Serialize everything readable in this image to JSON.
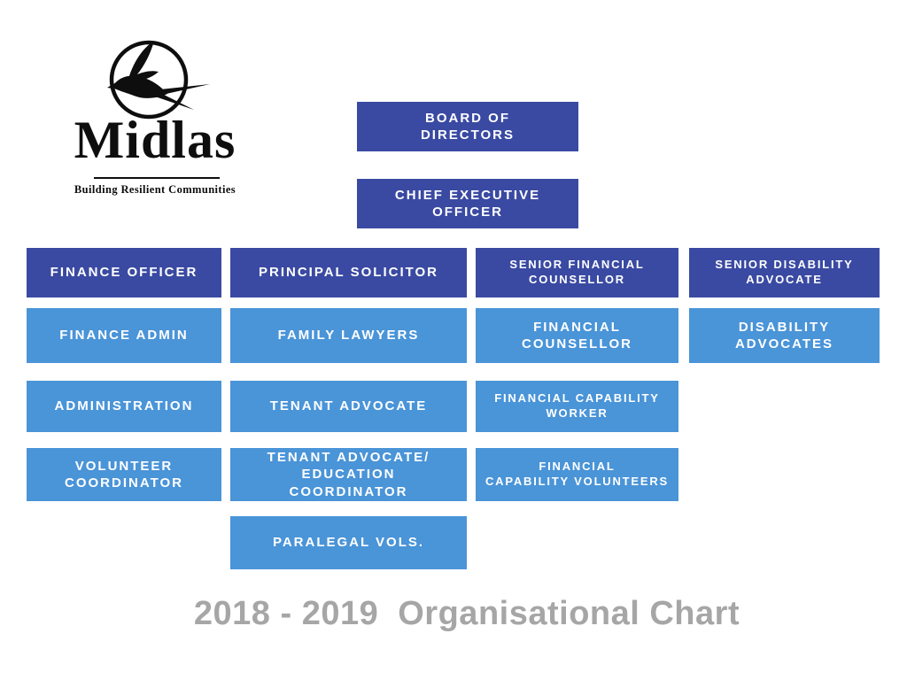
{
  "logo": {
    "brand": "Midlas",
    "tagline": "Building Resilient Communities",
    "icon": "swallow-bird-in-circle"
  },
  "footer": {
    "years": "2018 - 2019",
    "label": "Organisational Chart"
  },
  "colors": {
    "executive_box": "#3a4aa2",
    "staff_box": "#4a94d8",
    "box_text": "#ffffff",
    "title_text": "#a6a6a6"
  },
  "org": {
    "top": [
      {
        "label": "BOARD OF\nDIRECTORS",
        "tier": "executive"
      },
      {
        "label": "CHIEF EXECUTIVE\nOFFICER",
        "tier": "executive"
      }
    ],
    "columns": [
      {
        "head": {
          "label": "FINANCE OFFICER",
          "tier": "executive"
        },
        "reports": [
          {
            "label": "FINANCE ADMIN"
          },
          {
            "label": "ADMINISTRATION"
          },
          {
            "label": "VOLUNTEER\nCOORDINATOR"
          }
        ]
      },
      {
        "head": {
          "label": "PRINCIPAL SOLICITOR",
          "tier": "executive"
        },
        "reports": [
          {
            "label": "FAMILY LAWYERS"
          },
          {
            "label": "TENANT ADVOCATE"
          },
          {
            "label": "TENANT ADVOCATE/\nEDUCATION\nCOORDINATOR"
          },
          {
            "label": "PARALEGAL VOLS."
          }
        ]
      },
      {
        "head": {
          "label": "SENIOR FINANCIAL\nCOUNSELLOR",
          "tier": "executive"
        },
        "reports": [
          {
            "label": "FINANCIAL\nCOUNSELLOR"
          },
          {
            "label": "FINANCIAL CAPABILITY\nWORKER"
          },
          {
            "label": "FINANCIAL\nCAPABILITY VOLUNTEERS"
          }
        ]
      },
      {
        "head": {
          "label": "SENIOR DISABILITY\nADVOCATE",
          "tier": "executive"
        },
        "reports": [
          {
            "label": "DISABILITY\nADVOCATES"
          }
        ]
      }
    ]
  }
}
